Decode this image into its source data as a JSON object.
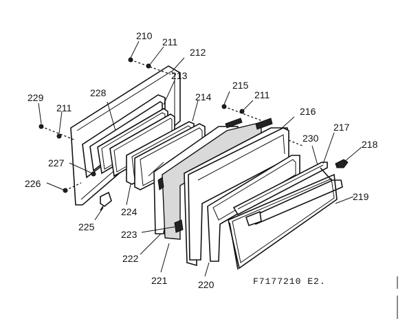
{
  "diagram": {
    "labels": [
      {
        "id": "p210",
        "text": "210"
      },
      {
        "id": "p211a",
        "text": "211"
      },
      {
        "id": "p212",
        "text": "212"
      },
      {
        "id": "p213",
        "text": "213"
      },
      {
        "id": "p214",
        "text": "214"
      },
      {
        "id": "p215",
        "text": "215"
      },
      {
        "id": "p211b",
        "text": "211"
      },
      {
        "id": "p216",
        "text": "216"
      },
      {
        "id": "p217",
        "text": "217"
      },
      {
        "id": "p218",
        "text": "218"
      },
      {
        "id": "p228",
        "text": "228"
      },
      {
        "id": "p229",
        "text": "229"
      },
      {
        "id": "p211c",
        "text": "211"
      },
      {
        "id": "p227",
        "text": "227"
      },
      {
        "id": "p226",
        "text": "226"
      },
      {
        "id": "p225",
        "text": "225"
      },
      {
        "id": "p224",
        "text": "224"
      },
      {
        "id": "p223",
        "text": "223"
      },
      {
        "id": "p222",
        "text": "222"
      },
      {
        "id": "p221",
        "text": "221"
      },
      {
        "id": "p220",
        "text": "220"
      },
      {
        "id": "p230",
        "text": "230"
      },
      {
        "id": "p219",
        "text": "219"
      }
    ],
    "drawing_code": "F7177210 E2."
  }
}
